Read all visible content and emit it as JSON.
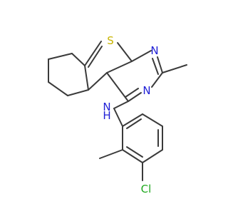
{
  "atoms": {
    "s1": "S",
    "n1": "N",
    "n2": "N",
    "n3": "N",
    "h3": "H",
    "cl": "Cl"
  },
  "colors": {
    "bond": "#3a3a3a",
    "carbon_text": "#3a3a3a",
    "nitrogen": "#1f1fd6",
    "sulfur": "#c8b400",
    "chlorine": "#1fa81f"
  }
}
